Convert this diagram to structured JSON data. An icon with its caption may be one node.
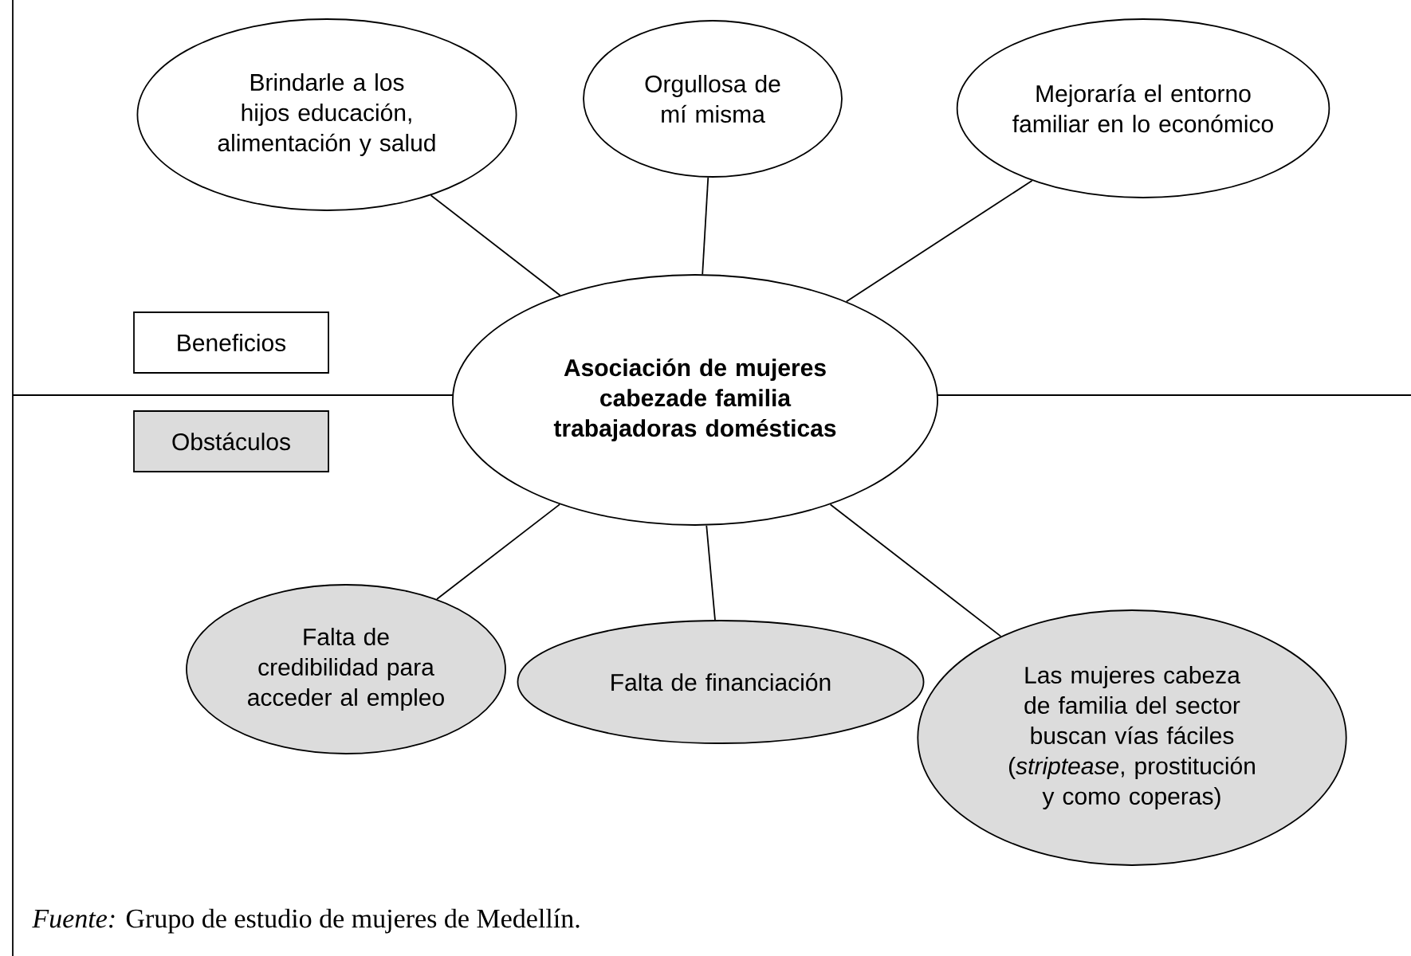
{
  "diagram": {
    "caption": "*Fuente:* Grupo de estudio de mujeres de Medellín.",
    "nodes": [
      {
        "text": [
          "Brindarle a los hijos educación, alimentación y salud"
        ]
      },
      {
        "text": [
          "Orgullosa de mí misma"
        ]
      },
      {
        "text": [
          "Mejoraría el entorno familiar en lo económico"
        ]
      },
      {
        "text": [
          "Beneficios"
        ]
      },
      {
        "text": [
          "Asociación de mujeres cabezade familia trabajadoras domésticas"
        ]
      },
      {
        "text": [
          "Obstáculos"
        ]
      },
      {
        "text": [
          "Falta de credibilidad para acceder al empleo"
        ]
      },
      {
        "text": [
          "Falta de financiación"
        ]
      },
      {
        "text": [
          "Las mujeres cabeza de familia del sector buscan vías fáciles (*striptease*, prostitución y como coperas)"
        ]
      }
    ],
    "edges": [
      {
        "from": 4,
        "to": 0,
        "arrow": "none"
      },
      {
        "from": 4,
        "to": 1,
        "arrow": "none"
      },
      {
        "from": 4,
        "to": 2,
        "arrow": "none"
      },
      {
        "from": 4,
        "to": 6,
        "arrow": "none"
      },
      {
        "from": 4,
        "to": 7,
        "arrow": "none"
      },
      {
        "from": 4,
        "to": 8,
        "arrow": "none"
      }
    ]
  }
}
